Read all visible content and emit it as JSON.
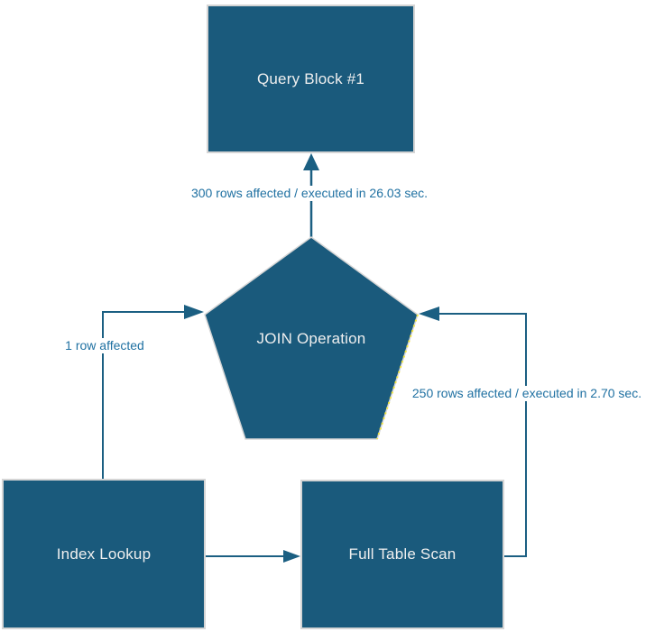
{
  "diagram": {
    "type": "query-execution-plan",
    "colors": {
      "background": "#ffffff",
      "node_fill": "#1A5A7C",
      "node_border": "#D5D5D5",
      "connector": "#1B5F82",
      "edge_label_text": "#2071A2",
      "node_label_text": "#EFEFEF",
      "selection_highlight": "#F5E636"
    },
    "nodes": [
      {
        "id": "query-block",
        "shape": "rectangle",
        "label": "Query Block #1"
      },
      {
        "id": "join-operation",
        "shape": "pentagon",
        "label": "JOIN Operation",
        "selected_edge_highlight": true
      },
      {
        "id": "index-lookup",
        "shape": "rectangle",
        "label": "Index Lookup"
      },
      {
        "id": "full-table-scan",
        "shape": "rectangle",
        "label": "Full Table Scan"
      }
    ],
    "edges": [
      {
        "from": "join-operation",
        "to": "query-block",
        "label": "300 rows affected / executed in 26.03 sec."
      },
      {
        "from": "index-lookup",
        "to": "join-operation",
        "label": "1 row affected"
      },
      {
        "from": "full-table-scan",
        "to": "join-operation",
        "label": "250 rows affected / executed in 2.70 sec."
      },
      {
        "from": "index-lookup",
        "to": "full-table-scan",
        "label": ""
      }
    ]
  }
}
